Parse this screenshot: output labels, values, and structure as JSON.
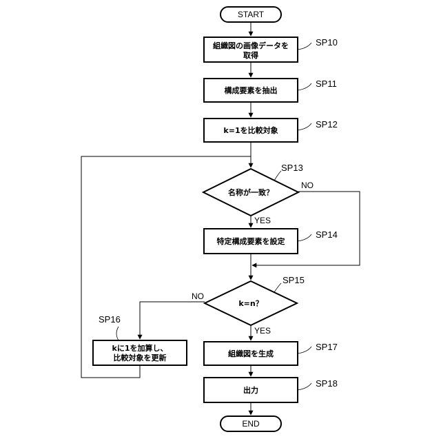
{
  "nodes": {
    "start": "START",
    "sp10_line1": "組織図の画像データを",
    "sp10_line2": "取得",
    "sp11": "構成要素を抽出",
    "sp12": "k=1を比較対象",
    "sp13": "名称が一致？",
    "sp14": "特定構成要素を設定",
    "sp15": "k=n？",
    "sp16_line1": "kに1を加算し、",
    "sp16_line2": "比較対象を更新",
    "sp17": "組織図を生成",
    "sp18": "出力",
    "end": "END"
  },
  "step_labels": {
    "sp10": "SP10",
    "sp11": "SP11",
    "sp12": "SP12",
    "sp13": "SP13",
    "sp14": "SP14",
    "sp15": "SP15",
    "sp16": "SP16",
    "sp17": "SP17",
    "sp18": "SP18"
  },
  "branches": {
    "sp13_yes": "YES",
    "sp13_no": "NO",
    "sp15_yes": "YES",
    "sp15_no": "NO"
  }
}
